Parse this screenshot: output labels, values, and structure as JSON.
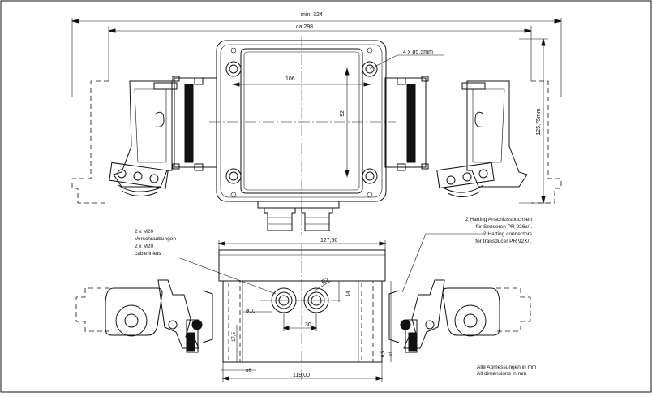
{
  "drawing": {
    "dim_overall": "min. 324",
    "dim_body": "ca.298",
    "dim_holes": "4 x ø5,5mm",
    "dim_hole_spacing_x": "106",
    "dim_hole_spacing_y": "92",
    "dim_height": "125,75mm",
    "dim_side_width": "127,50",
    "dim_inlet_dia": "ø10",
    "dim_inlet_spacing": "30",
    "dim_r2": "R2",
    "dim_14": "14",
    "dim_17_5": "17,5",
    "dim_pin_dia": "ø6",
    "dim_bottom": "119,00",
    "dim_6_5": "6,5",
    "dim_01": "ø1",
    "label_m20": [
      "2 x M20",
      "Verschraubungen",
      "2 x M20",
      "cable inlets"
    ],
    "label_harting": [
      "2 Harting Anschlussbuchsen",
      "für Sensoren PR 926x/..",
      "2 Harting connectors",
      "for transducer PR 92X/.."
    ],
    "label_units": [
      "Alle Abmessungen in mm",
      "All dimensions in mm"
    ]
  }
}
